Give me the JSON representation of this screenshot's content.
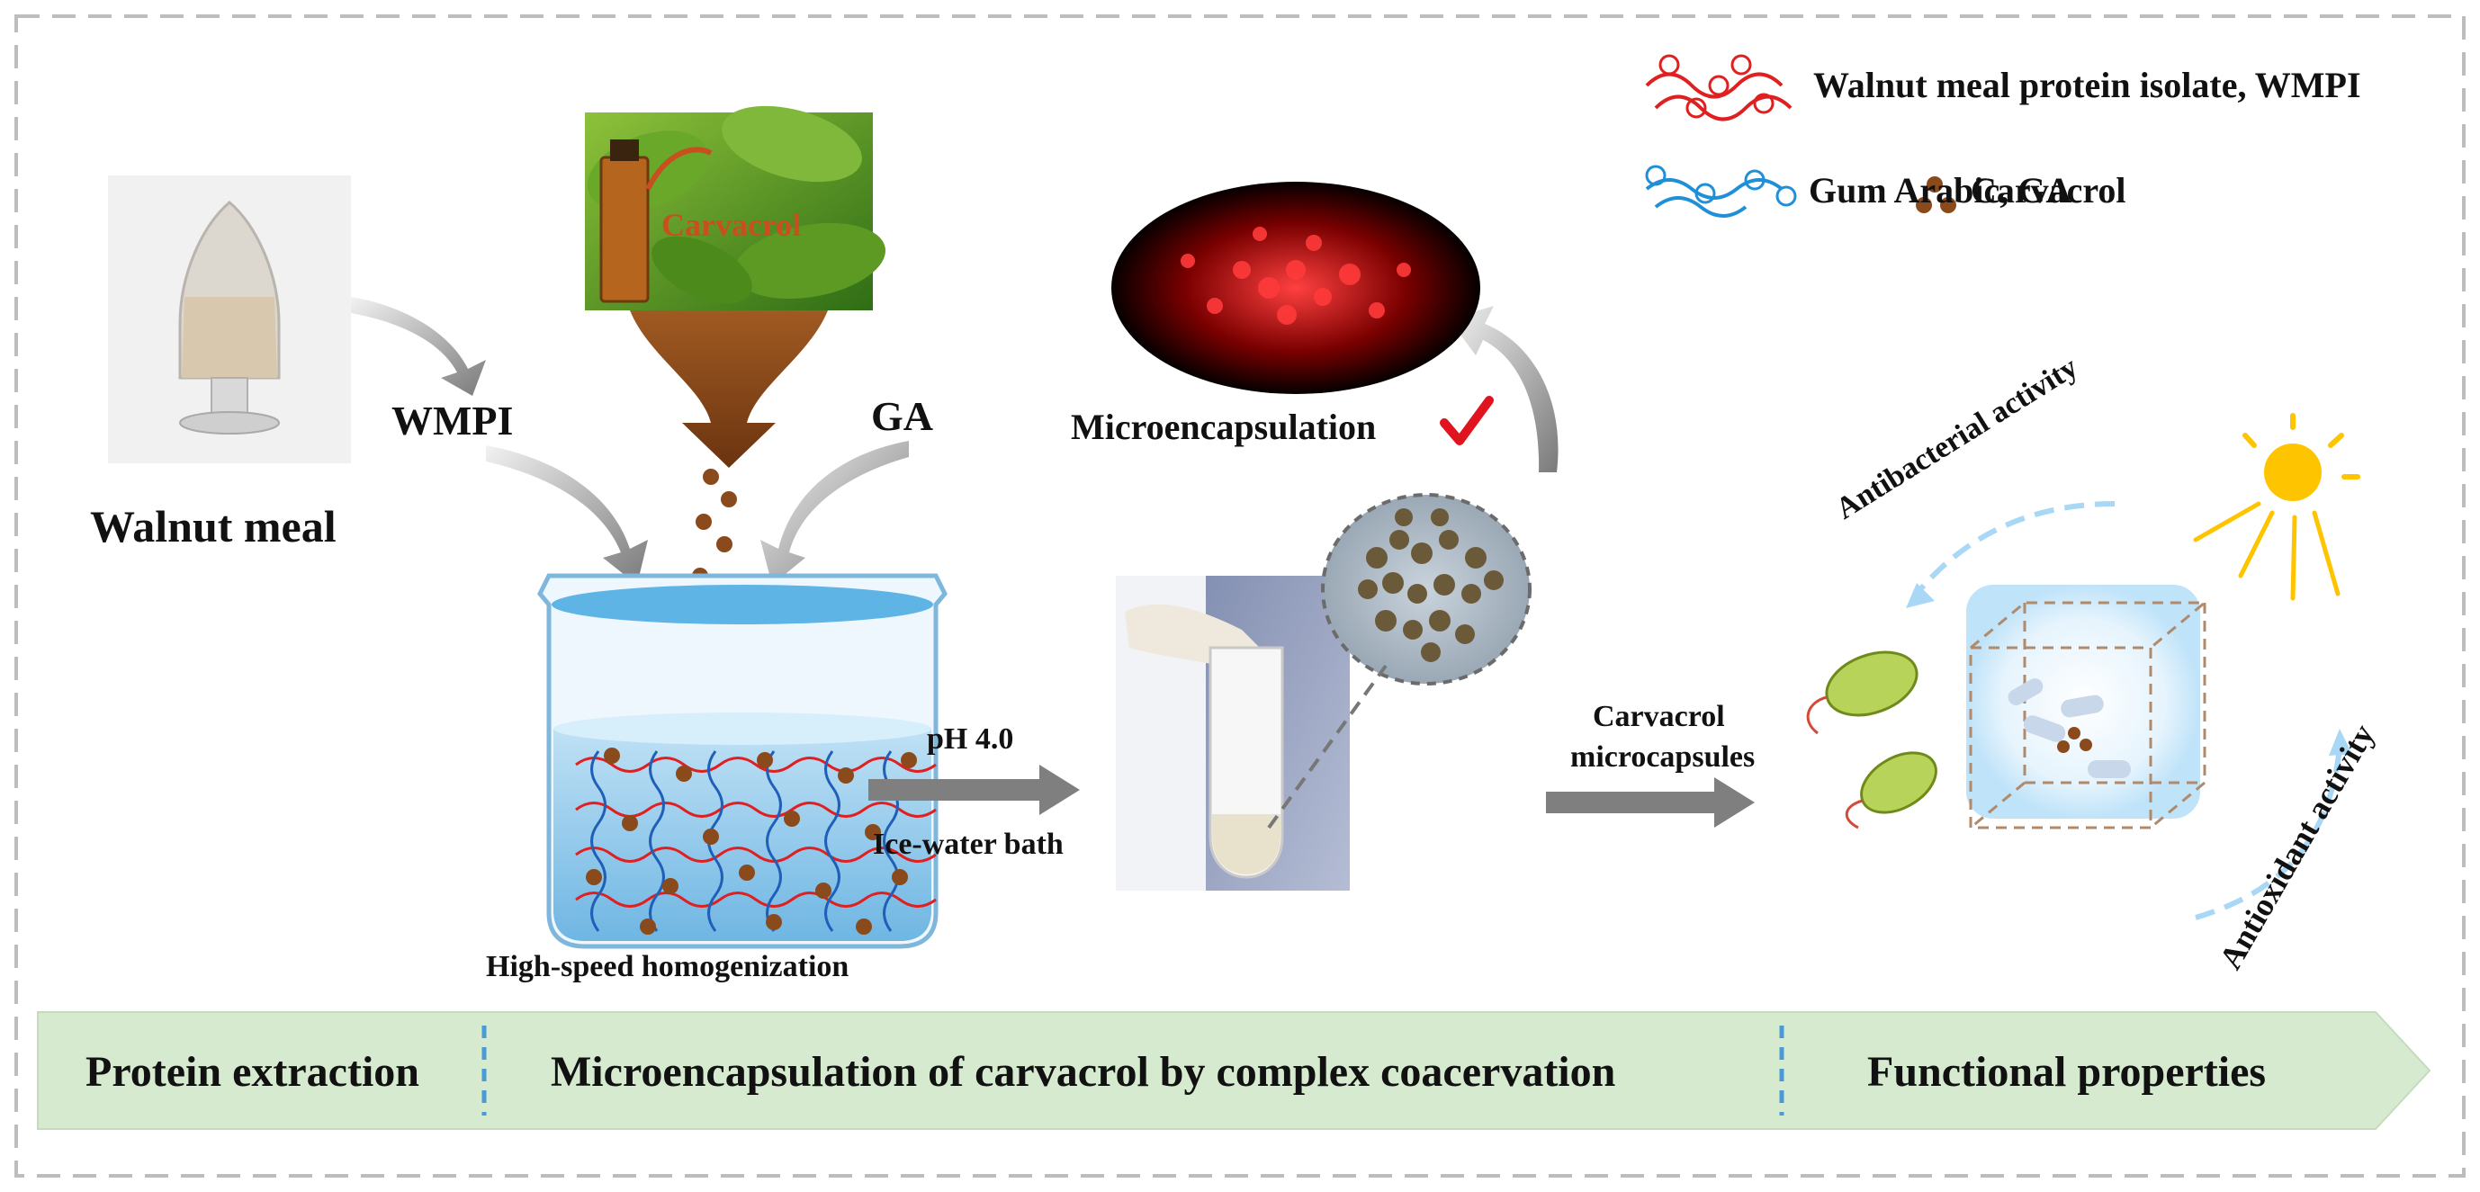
{
  "legend": {
    "wmpi": "Walnut meal protein isolate, WMPI",
    "ga": "Gum Arabic, GA",
    "carvacrol": "Carvacrol"
  },
  "labels": {
    "walnut_meal": "Walnut meal",
    "wmpi": "WMPI",
    "ga": "GA",
    "carvacrol_bottle": "Carvacrol",
    "high_speed": "High-speed homogenization",
    "ph": "pH 4.0",
    "ice_bath": "Ice-water bath",
    "microencapsulation": "Microencapsulation",
    "carvacrol_microcapsules_1": "Carvacrol",
    "carvacrol_microcapsules_2": "microcapsules",
    "antibacterial": "Antibacterial activity",
    "antioxidant": "Antioxidant activity"
  },
  "banner": {
    "stage1": "Protein extraction",
    "stage2": "Microencapsulation of carvacrol by complex coacervation",
    "stage3": "Functional properties"
  },
  "colors": {
    "protein_red": "#e02020",
    "gum_blue": "#1f8fd8",
    "carvacrol_brown": "#8a4a1c",
    "banner_green": "#d6ead0",
    "check_red": "#e0141e"
  }
}
